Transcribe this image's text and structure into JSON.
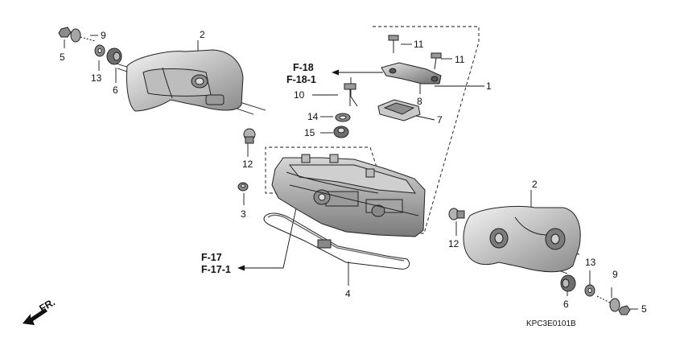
{
  "diagram_code": "KPC3E0101B",
  "front_marker": "FR.",
  "callouts": {
    "c1": "1",
    "c2_left": "2",
    "c2_right": "2",
    "c3": "3",
    "c4": "4",
    "c5_left": "5",
    "c5_right": "5",
    "c6_left": "6",
    "c6_right": "6",
    "c7": "7",
    "c8": "8",
    "c9_left": "9",
    "c9_right": "9",
    "c10": "10",
    "c11_a": "11",
    "c11_b": "11",
    "c12_left": "12",
    "c12_right": "12",
    "c13_left": "13",
    "c13_right": "13",
    "c14": "14",
    "c15": "15"
  },
  "references": {
    "ref_upper_a": "F-18",
    "ref_upper_b": "F-18-1",
    "ref_lower_a": "F-17",
    "ref_lower_b": "F-17-1"
  }
}
